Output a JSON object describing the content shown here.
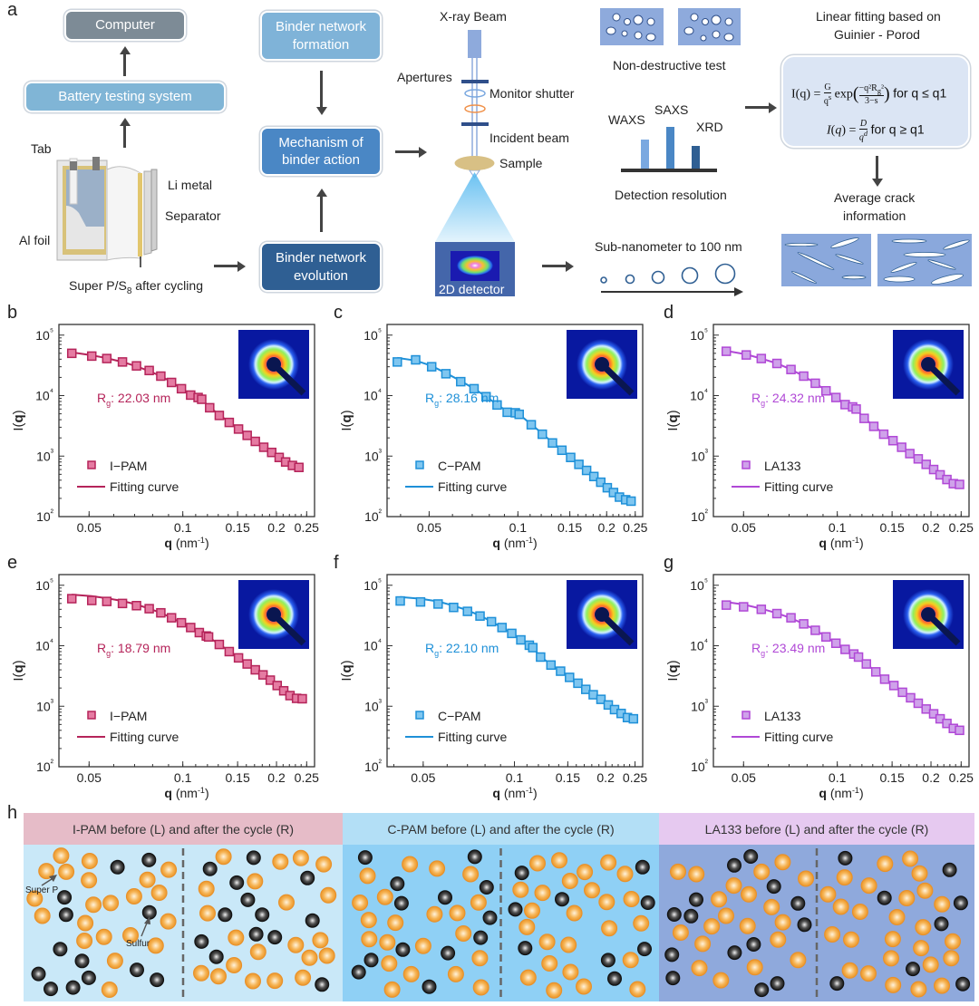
{
  "panel_letters": [
    "a",
    "b",
    "c",
    "d",
    "e",
    "f",
    "g",
    "h"
  ],
  "panel_a": {
    "flow_left": {
      "computer": "Computer",
      "battery_testing": "Battery testing system",
      "cell_labels": {
        "tab": "Tab",
        "li_metal": "Li metal",
        "separator": "Separator",
        "al_foil": "Al foil",
        "super_p": "Super P/S",
        "super_p_sub": "8",
        "super_p_tail": " after cycling"
      }
    },
    "flow_mid": {
      "formation": "Binder network formation",
      "mechanism": "Mechanism of binder action",
      "evolution": "Binder network evolution"
    },
    "saxs_setup": {
      "xray_beam": "X-ray Beam",
      "apertures": "Apertures",
      "monitor_shutter": "Monitor shutter",
      "incident_beam": "Incident beam",
      "sample": "Sample",
      "detector": "2D detector"
    },
    "features": {
      "non_destructive": "Non-destructive test",
      "waxs": "WAXS",
      "saxs": "SAXS",
      "xrd": "XRD",
      "detection_resolution": "Detection resolution",
      "range": "Sub-nanometer to 100 nm"
    },
    "fitting": {
      "title_line1": "Linear fitting based on",
      "title_line2": "Guinier - Porod",
      "eq1_tail": "for q ≤ q1",
      "eq2_tail": "for q ≥ q1",
      "average_line1": "Average crack",
      "average_line2": "information"
    },
    "colors": {
      "computer": "#7d8b96",
      "battery_testing": "#80b5d6",
      "formation": "#7fb3d8",
      "mechanism": "#4a87c5",
      "evolution": "#2f5f93",
      "detector_bg": "#4466aa",
      "crack_bg": "#8aa8dc"
    }
  },
  "chart_data": [
    {
      "id": "b",
      "type": "scatter",
      "title": "",
      "xlabel": "q (nm⁻¹)",
      "ylabel": "I(q)",
      "xscale": "log",
      "yscale": "log",
      "xlim": [
        0.04,
        0.265
      ],
      "ylim": [
        100,
        150000
      ],
      "xticks": [
        0.05,
        0.1,
        0.15,
        0.2,
        0.25
      ],
      "xtick_labels": [
        "0.05",
        "0.1",
        "0.15",
        "0.2",
        "0.25"
      ],
      "yticks": [
        100,
        1000,
        10000,
        100000
      ],
      "ytick_labels": [
        "10²",
        "10³",
        "10⁴",
        "10⁵"
      ],
      "color": "#b5245a",
      "fill": "#e57ba2",
      "legend": [
        "I−PAM",
        "Fitting curve"
      ],
      "legend_position": "lower-left",
      "annotation": {
        "text": "R",
        "sub": "g",
        "tail": ": 22.03 nm"
      },
      "q": [
        0.044,
        0.051,
        0.057,
        0.064,
        0.071,
        0.078,
        0.085,
        0.092,
        0.099,
        0.106,
        0.112,
        0.115,
        0.122,
        0.131,
        0.141,
        0.151,
        0.161,
        0.171,
        0.182,
        0.193,
        0.204,
        0.214,
        0.225,
        0.236
      ],
      "I": [
        50000,
        45000,
        41000,
        36000,
        31000,
        26000,
        21000,
        16500,
        13000,
        10200,
        9300,
        8700,
        6300,
        4700,
        3600,
        2800,
        2200,
        1750,
        1400,
        1150,
        950,
        800,
        700,
        650
      ],
      "fit": [
        52000,
        46500,
        41500,
        36000,
        30500,
        25500,
        21000,
        16800,
        13200,
        10300,
        9400,
        8600,
        6500,
        4800,
        3650,
        2850,
        2250,
        1800,
        1450,
        1180,
        980,
        830,
        720,
        640
      ]
    },
    {
      "id": "c",
      "type": "scatter",
      "title": "",
      "xlabel": "q (nm⁻¹)",
      "ylabel": "I(q)",
      "xscale": "log",
      "yscale": "log",
      "xlim": [
        0.036,
        0.265
      ],
      "ylim": [
        100,
        150000
      ],
      "xticks": [
        0.05,
        0.1,
        0.15,
        0.2,
        0.25
      ],
      "xtick_labels": [
        "0.05",
        "0.1",
        "0.15",
        "0.2",
        "0.25"
      ],
      "yticks": [
        100,
        1000,
        10000,
        100000
      ],
      "ytick_labels": [
        "10²",
        "10³",
        "10⁴",
        "10⁵"
      ],
      "color": "#1e90d8",
      "fill": "#7fc6f0",
      "legend": [
        "C−PAM",
        "Fitting curve"
      ],
      "legend_position": "lower-left",
      "annotation": {
        "text": "R",
        "sub": "g",
        "tail": ": 28.16 nm"
      },
      "q": [
        0.039,
        0.045,
        0.051,
        0.057,
        0.064,
        0.071,
        0.078,
        0.085,
        0.092,
        0.098,
        0.101,
        0.111,
        0.121,
        0.131,
        0.141,
        0.151,
        0.161,
        0.171,
        0.181,
        0.191,
        0.201,
        0.211,
        0.221,
        0.232,
        0.242
      ],
      "I": [
        36000,
        39000,
        30000,
        23000,
        17000,
        13000,
        9600,
        7000,
        5300,
        5200,
        4900,
        3300,
        2300,
        1650,
        1250,
        950,
        730,
        580,
        460,
        370,
        300,
        250,
        210,
        190,
        180
      ],
      "fit": [
        42000,
        38000,
        31000,
        23500,
        17500,
        13000,
        9700,
        7100,
        5500,
        5200,
        4900,
        3350,
        2350,
        1680,
        1250,
        950,
        740,
        585,
        465,
        375,
        305,
        255,
        215,
        195,
        180
      ]
    },
    {
      "id": "d",
      "type": "scatter",
      "title": "",
      "xlabel": "q (nm⁻¹)",
      "ylabel": "I(q)",
      "xscale": "log",
      "yscale": "log",
      "xlim": [
        0.04,
        0.265
      ],
      "ylim": [
        100,
        150000
      ],
      "xticks": [
        0.05,
        0.1,
        0.15,
        0.2,
        0.25
      ],
      "xtick_labels": [
        "0.05",
        "0.1",
        "0.15",
        "0.2",
        "0.25"
      ],
      "yticks": [
        100,
        1000,
        10000,
        100000
      ],
      "ytick_labels": [
        "10²",
        "10³",
        "10⁴",
        "10⁵"
      ],
      "color": "#b048d6",
      "fill": "#cfa2ea",
      "legend": [
        "LA133",
        "Fitting curve"
      ],
      "legend_position": "lower-left",
      "annotation": {
        "text": "R",
        "sub": "g",
        "tail": ": 24.32 nm"
      },
      "q": [
        0.044,
        0.051,
        0.057,
        0.064,
        0.071,
        0.078,
        0.085,
        0.092,
        0.099,
        0.106,
        0.112,
        0.115,
        0.122,
        0.131,
        0.141,
        0.151,
        0.161,
        0.171,
        0.182,
        0.193,
        0.204,
        0.214,
        0.225,
        0.236,
        0.247
      ],
      "I": [
        54000,
        47000,
        41000,
        34000,
        27000,
        21000,
        16000,
        12000,
        9300,
        7100,
        6500,
        6000,
        4200,
        3100,
        2300,
        1800,
        1400,
        1100,
        900,
        730,
        600,
        490,
        410,
        350,
        340
      ],
      "fit": [
        55000,
        48000,
        41000,
        34000,
        27000,
        21000,
        16000,
        12200,
        9300,
        7200,
        6500,
        5900,
        4250,
        3150,
        2350,
        1820,
        1420,
        1120,
        910,
        740,
        610,
        500,
        420,
        360,
        330
      ]
    },
    {
      "id": "e",
      "type": "scatter",
      "title": "",
      "xlabel": "q (nm⁻¹)",
      "ylabel": "I(q)",
      "xscale": "log",
      "yscale": "log",
      "xlim": [
        0.04,
        0.265
      ],
      "ylim": [
        100,
        150000
      ],
      "xticks": [
        0.05,
        0.1,
        0.15,
        0.2,
        0.25
      ],
      "xtick_labels": [
        "0.05",
        "0.1",
        "0.15",
        "0.2",
        "0.25"
      ],
      "yticks": [
        100,
        1000,
        10000,
        100000
      ],
      "ytick_labels": [
        "10²",
        "10³",
        "10⁴",
        "10⁵"
      ],
      "color": "#b5245a",
      "fill": "#e57ba2",
      "legend": [
        "I−PAM",
        "Fitting curve"
      ],
      "legend_position": "lower-left",
      "annotation": {
        "text": "R",
        "sub": "g",
        "tail": ": 18.79 nm"
      },
      "q": [
        0.044,
        0.051,
        0.057,
        0.064,
        0.071,
        0.078,
        0.085,
        0.092,
        0.099,
        0.106,
        0.113,
        0.119,
        0.121,
        0.131,
        0.141,
        0.151,
        0.161,
        0.171,
        0.181,
        0.191,
        0.201,
        0.211,
        0.221,
        0.232,
        0.242
      ],
      "I": [
        60000,
        56000,
        54000,
        50000,
        46000,
        41000,
        35000,
        29000,
        24000,
        20000,
        16500,
        14500,
        14000,
        10500,
        8000,
        6300,
        5000,
        4000,
        3300,
        2700,
        2200,
        1800,
        1500,
        1350,
        1330
      ],
      "fit": [
        70000,
        66000,
        61000,
        55000,
        48000,
        41000,
        35000,
        29000,
        24000,
        19800,
        16500,
        14400,
        13900,
        10600,
        8100,
        6400,
        5050,
        4050,
        3300,
        2720,
        2250,
        1880,
        1580,
        1400,
        1320
      ]
    },
    {
      "id": "f",
      "type": "scatter",
      "title": "",
      "xlabel": "q (nm⁻¹)",
      "ylabel": "I(q)",
      "xscale": "log",
      "yscale": "log",
      "xlim": [
        0.038,
        0.265
      ],
      "ylim": [
        100,
        150000
      ],
      "xticks": [
        0.05,
        0.1,
        0.15,
        0.2,
        0.25
      ],
      "xtick_labels": [
        "0.05",
        "0.1",
        "0.15",
        "0.2",
        "0.25"
      ],
      "yticks": [
        100,
        1000,
        10000,
        100000
      ],
      "ytick_labels": [
        "10²",
        "10³",
        "10⁴",
        "10⁵"
      ],
      "color": "#1e90d8",
      "fill": "#7fc6f0",
      "legend": [
        "C−PAM",
        "Fitting curve"
      ],
      "legend_position": "lower-left",
      "annotation": {
        "text": "R",
        "sub": "g",
        "tail": ": 22.10 nm"
      },
      "q": [
        0.042,
        0.049,
        0.056,
        0.063,
        0.07,
        0.077,
        0.084,
        0.091,
        0.098,
        0.105,
        0.112,
        0.115,
        0.122,
        0.132,
        0.142,
        0.152,
        0.162,
        0.172,
        0.182,
        0.193,
        0.204,
        0.214,
        0.225,
        0.236,
        0.247
      ],
      "I": [
        55000,
        53000,
        49000,
        43000,
        37000,
        31000,
        25000,
        20000,
        16000,
        12500,
        10200,
        9300,
        6500,
        4800,
        3800,
        3000,
        2400,
        1900,
        1550,
        1300,
        1050,
        880,
        760,
        650,
        620
      ],
      "fit": [
        64000,
        60000,
        54000,
        46000,
        38500,
        31500,
        25000,
        20000,
        15700,
        12400,
        10100,
        9200,
        6600,
        4900,
        3800,
        3000,
        2400,
        1950,
        1600,
        1320,
        1080,
        910,
        780,
        680,
        610
      ]
    },
    {
      "id": "g",
      "type": "scatter",
      "title": "",
      "xlabel": "q (nm⁻¹)",
      "ylabel": "I(q)",
      "xscale": "log",
      "yscale": "log",
      "xlim": [
        0.04,
        0.265
      ],
      "ylim": [
        100,
        150000
      ],
      "xticks": [
        0.05,
        0.1,
        0.15,
        0.2,
        0.25
      ],
      "xtick_labels": [
        "0.05",
        "0.1",
        "0.15",
        "0.2",
        "0.25"
      ],
      "yticks": [
        100,
        1000,
        10000,
        100000
      ],
      "ytick_labels": [
        "10²",
        "10³",
        "10⁴",
        "10⁵"
      ],
      "color": "#b048d6",
      "fill": "#cfa2ea",
      "legend": [
        "LA133",
        "Fitting curve"
      ],
      "legend_position": "lower-left",
      "annotation": {
        "text": "R",
        "sub": "g",
        "tail": ": 23.49 nm"
      },
      "q": [
        0.044,
        0.05,
        0.057,
        0.064,
        0.071,
        0.078,
        0.085,
        0.092,
        0.099,
        0.106,
        0.113,
        0.117,
        0.124,
        0.133,
        0.142,
        0.152,
        0.162,
        0.172,
        0.182,
        0.193,
        0.204,
        0.214,
        0.225,
        0.236,
        0.247
      ],
      "I": [
        47000,
        44000,
        40000,
        34000,
        29000,
        23000,
        18000,
        14000,
        11000,
        8700,
        7300,
        6500,
        5000,
        3700,
        2800,
        2200,
        1700,
        1380,
        1120,
        900,
        750,
        620,
        520,
        430,
        400
      ],
      "fit": [
        53000,
        48000,
        41000,
        34500,
        28500,
        23000,
        18200,
        14200,
        11000,
        8600,
        7200,
        6400,
        5000,
        3750,
        2850,
        2220,
        1740,
        1400,
        1130,
        920,
        760,
        630,
        530,
        450,
        390
      ]
    }
  ],
  "panel_h": {
    "sections": [
      {
        "title": "I-PAM before (L) and after the cycle (R)",
        "header_color": "#e6bcc8",
        "body_color": "#c9e8f8"
      },
      {
        "title": "C-PAM before (L) and after the cycle (R)",
        "header_color": "#b3dff6",
        "body_color": "#8fd0f5"
      },
      {
        "title": "LA133 before (L) and after the cycle (R)",
        "header_color": "#e6c9f0",
        "body_color": "#8fa9dc"
      }
    ],
    "super_p_label": "Super P",
    "sulfur_label": "Sulfur",
    "sulfur_color": "#f4a33a",
    "carbon_color": "#222222"
  }
}
